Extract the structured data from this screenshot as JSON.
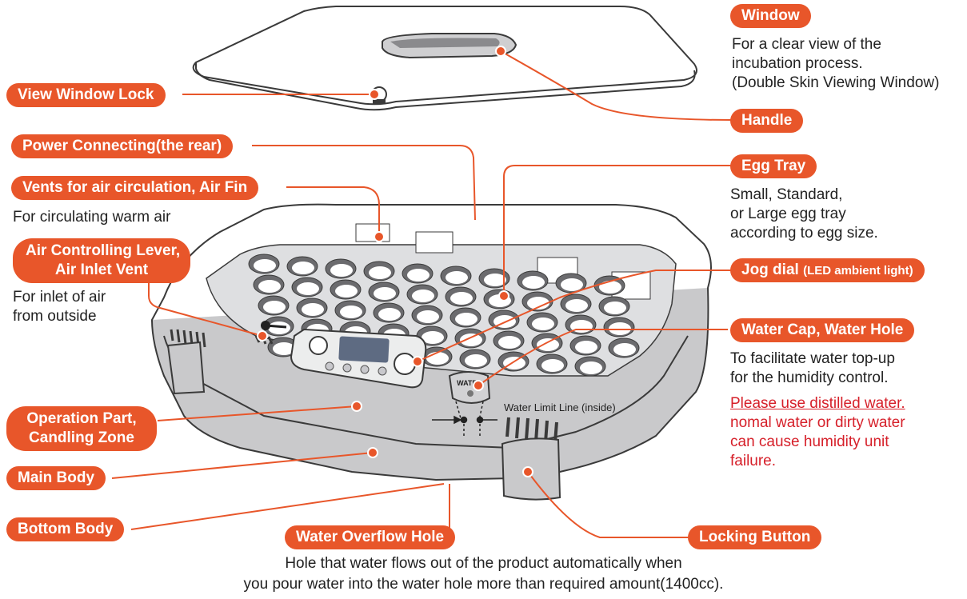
{
  "labels": {
    "window": "Window",
    "window_desc": "For a clear view of the\nincubation process.\n(Double Skin Viewing Window)",
    "handle": "Handle",
    "view_window_lock": "View Window Lock",
    "power_connecting": "Power Connecting(the rear)",
    "vents": "Vents for air circulation, Air Fin",
    "vents_desc": "For circulating warm air",
    "air_lever_line1": "Air Controlling Lever,",
    "air_lever_line2": "Air Inlet Vent",
    "air_lever_desc": "For inlet of air\nfrom outside",
    "egg_tray": "Egg Tray",
    "egg_tray_desc": "Small, Standard,\nor Large egg tray\naccording to egg size.",
    "jog_dial": "Jog dial",
    "jog_dial_note": "(LED ambient light)",
    "water_cap": "Water Cap, Water Hole",
    "water_cap_desc": "To facilitate water top-up\nfor the humidity control.",
    "water_warning_1": "Please use distilled water.",
    "water_warning_2": "nomal water or dirty water\ncan cause humidity unit\nfailure.",
    "water_limit": "Water Limit Line (inside)",
    "water_cap_marking": "WATER",
    "operation_line1": "Operation Part,",
    "operation_line2": "Candling Zone",
    "main_body": "Main Body",
    "bottom_body": "Bottom Body",
    "water_overflow": "Water Overflow Hole",
    "water_overflow_desc": "Hole that water flows out of the product automatically when\nyou pour water into the water hole more than required amount(1400cc).",
    "locking_button": "Locking Button"
  },
  "colors": {
    "accent": "#e8562a",
    "warning": "#d6202a",
    "outline": "#3a3a3a",
    "body_gray": "#c9c9cb",
    "tray_gray": "#dedfe1"
  }
}
